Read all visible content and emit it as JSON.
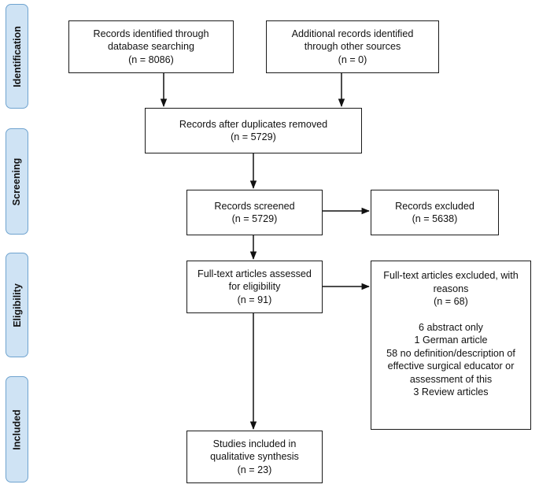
{
  "phases": {
    "identification": "Identification",
    "screening": "Screening",
    "eligibility": "Eligibility",
    "included": "Included"
  },
  "boxes": {
    "database_search": {
      "lines": [
        "Records identified through",
        "database searching",
        "(n = 8086)"
      ]
    },
    "other_sources": {
      "lines": [
        "Additional records identified",
        "through other sources",
        "(n = 0)"
      ]
    },
    "after_duplicates": {
      "lines": [
        "Records after duplicates removed",
        "(n = 5729)"
      ]
    },
    "screened": {
      "lines": [
        "Records screened",
        "(n = 5729)"
      ]
    },
    "excluded": {
      "lines": [
        "Records excluded",
        "(n = 5638)"
      ]
    },
    "fulltext_assessed": {
      "lines": [
        "Full-text articles assessed",
        "for eligibility",
        "(n = 91)"
      ]
    },
    "fulltext_excluded": {
      "header_lines": [
        "Full-text articles excluded, with",
        "reasons",
        "(n = 68)"
      ],
      "reasons": [
        "6 abstract only",
        "1 German article",
        "58 no definition/description of",
        "effective surgical educator or",
        "assessment of this",
        "3 Review articles"
      ]
    },
    "included_studies": {
      "lines": [
        "Studies included in",
        "qualitative synthesis",
        "(n = 23)"
      ]
    }
  }
}
